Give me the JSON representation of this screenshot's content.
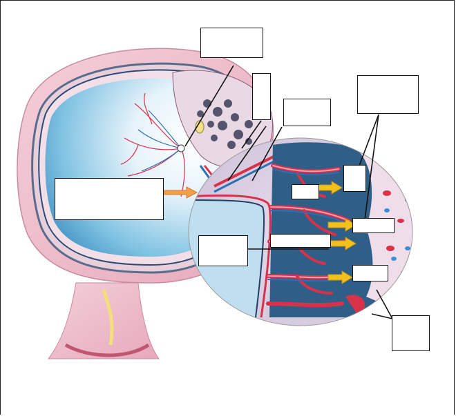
{
  "title": "",
  "figure": {
    "subject_icon": "placenta-cross-section-diagram",
    "colors": {
      "uterine_wall": "#eab7c6",
      "amniotic_fluid": "#8fcbe6",
      "maternal_blood": "#d8314a",
      "fetal_vessel_blue": "#2c6fb3",
      "villi_space": "#2f5f86",
      "arrow_yellow": "#f2c21c"
    }
  },
  "labels": [
    {
      "id": "blank-1",
      "text": ""
    },
    {
      "id": "blank-2",
      "text": ""
    },
    {
      "id": "blank-3",
      "text": ""
    },
    {
      "id": "blank-4",
      "text": ""
    },
    {
      "id": "blank-5",
      "text": ""
    },
    {
      "id": "blank-6",
      "text": ""
    },
    {
      "id": "blank-7",
      "text": ""
    },
    {
      "id": "blank-8",
      "text": ""
    },
    {
      "id": "blank-9",
      "text": ""
    },
    {
      "id": "blank-10",
      "text": ""
    },
    {
      "id": "blank-11",
      "text": ""
    },
    {
      "id": "blank-12",
      "text": ""
    }
  ]
}
